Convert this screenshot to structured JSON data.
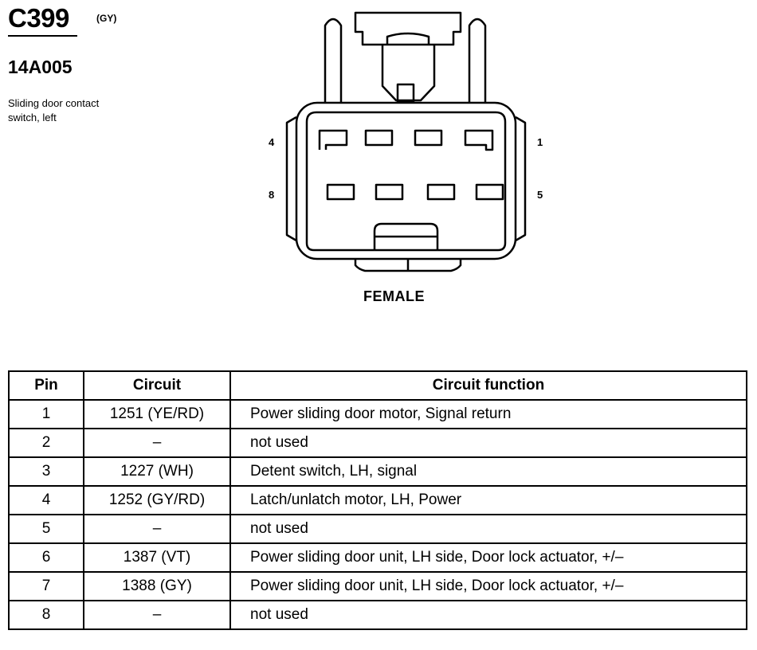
{
  "connector": {
    "id": "C399",
    "color_code": "(GY)",
    "part_number": "14A005",
    "description_lines": [
      "Sliding door contact",
      "switch, left"
    ],
    "gender": "FEMALE",
    "pin_labels": {
      "top_left": "4",
      "top_right": "1",
      "bottom_left": "8",
      "bottom_right": "5"
    }
  },
  "table": {
    "headers": [
      "Pin",
      "Circuit",
      "Circuit function"
    ],
    "rows": [
      {
        "pin": "1",
        "circuit": "1251 (YE/RD)",
        "function": "Power sliding door motor, Signal return"
      },
      {
        "pin": "2",
        "circuit": "–",
        "function": "not used"
      },
      {
        "pin": "3",
        "circuit": "1227 (WH)",
        "function": "Detent switch, LH, signal"
      },
      {
        "pin": "4",
        "circuit": "1252 (GY/RD)",
        "function": "Latch/unlatch motor, LH, Power"
      },
      {
        "pin": "5",
        "circuit": "–",
        "function": "not used"
      },
      {
        "pin": "6",
        "circuit": "1387 (VT)",
        "function": "Power sliding door unit, LH side, Door lock actuator, +/–"
      },
      {
        "pin": "7",
        "circuit": "1388 (GY)",
        "function": "Power sliding door unit, LH side, Door lock actuator, +/–"
      },
      {
        "pin": "8",
        "circuit": "–",
        "function": "not used"
      }
    ]
  }
}
